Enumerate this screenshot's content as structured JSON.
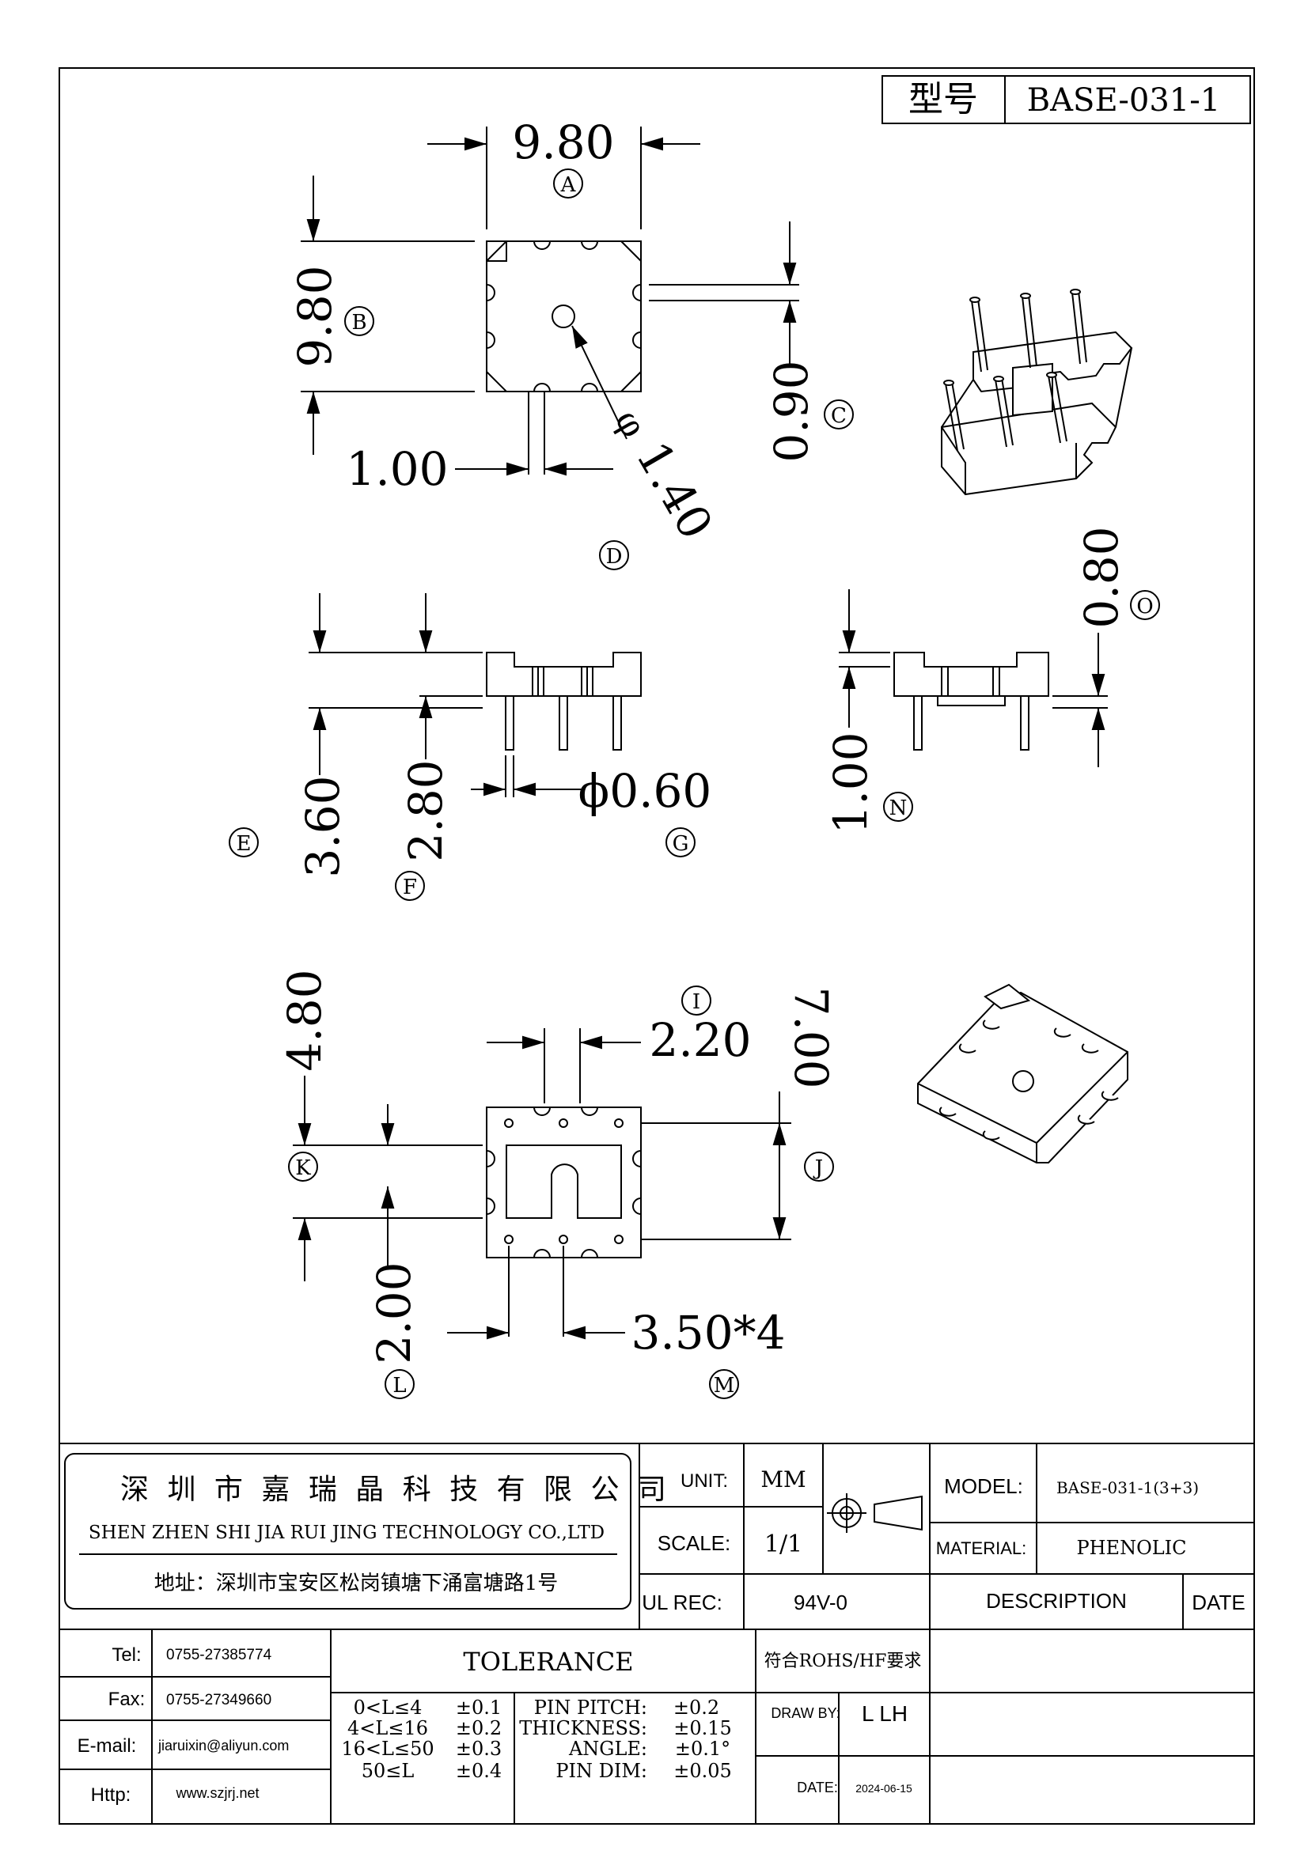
{
  "model_box": {
    "label": "型号",
    "value": "BASE-031-1"
  },
  "dimensions": {
    "A": {
      "value": "9.80",
      "letter": "A"
    },
    "B": {
      "value": "9.80",
      "letter": "B"
    },
    "C": {
      "value": "0.90",
      "letter": "C"
    },
    "D": {
      "value": "1.40",
      "letter": "D",
      "left_value": "1.00",
      "prefix": "φ"
    },
    "E": {
      "value": "3.60",
      "letter": "E"
    },
    "F": {
      "value": "2.80",
      "letter": "F"
    },
    "G": {
      "value": "ϕ0.60",
      "letter": "G"
    },
    "N": {
      "value": "1.00",
      "letter": "N"
    },
    "O": {
      "value": "0.80",
      "letter": "O"
    },
    "I": {
      "value": "2.20",
      "letter": "I"
    },
    "J": {
      "value": "7.00",
      "letter": "J"
    },
    "K": {
      "value": "4.80",
      "letter": "K"
    },
    "L": {
      "value": "2.00",
      "letter": "L"
    },
    "M": {
      "value": "3.50*4",
      "letter": "M"
    }
  },
  "title_block": {
    "company_cn": "深 圳 市 嘉 瑞 晶 科 技 有 限 公 司",
    "company_en": "SHEN ZHEN SHI   JIA RUI JING   TECHNOLOGY CO.,LTD",
    "address": "地址：深圳市宝安区松岗镇塘下涌富塘路1号",
    "unit_label": "UNIT:",
    "unit_value": "MM",
    "scale_label": "SCALE:",
    "scale_value": "1/1",
    "ul_label": "UL REC:",
    "ul_value": "94V-0",
    "model_label": "MODEL:",
    "model_value": "BASE-031-1(3+3)",
    "material_label": "MATERIAL:",
    "material_value": "PHENOLIC",
    "description_label": "DESCRIPTION",
    "date_label": "DATE",
    "tel_label": "Tel:",
    "tel_value": "0755-27385774",
    "fax_label": "Fax:",
    "fax_value": "0755-27349660",
    "email_label": "E-mail:",
    "email_value": "jiaruixin@aliyun.com",
    "http_label": "Http:",
    "http_value": "www.szjrj.net",
    "tolerance_title": "TOLERANCE",
    "tol_rows": [
      {
        "range": "0<L≤4",
        "tol": "±0.1"
      },
      {
        "range": "4<L≤16",
        "tol": "±0.2"
      },
      {
        "range": "16<L≤50",
        "tol": "±0.3"
      },
      {
        "range": "50≤L",
        "tol": "±0.4"
      }
    ],
    "pin_rows": [
      {
        "label": "PIN PITCH:",
        "tol": "±0.2"
      },
      {
        "label": "THICKNESS:",
        "tol": "±0.15"
      },
      {
        "label": "ANGLE:",
        "tol": "±0.1°"
      },
      {
        "label": "PIN DIM:",
        "tol": "±0.05"
      }
    ],
    "rohs": "符合ROHS/HF要求",
    "draw_by_label": "DRAW BY:",
    "draw_by_value": "L LH",
    "date_label2": "DATE:",
    "date_value": "2024-06-15"
  }
}
